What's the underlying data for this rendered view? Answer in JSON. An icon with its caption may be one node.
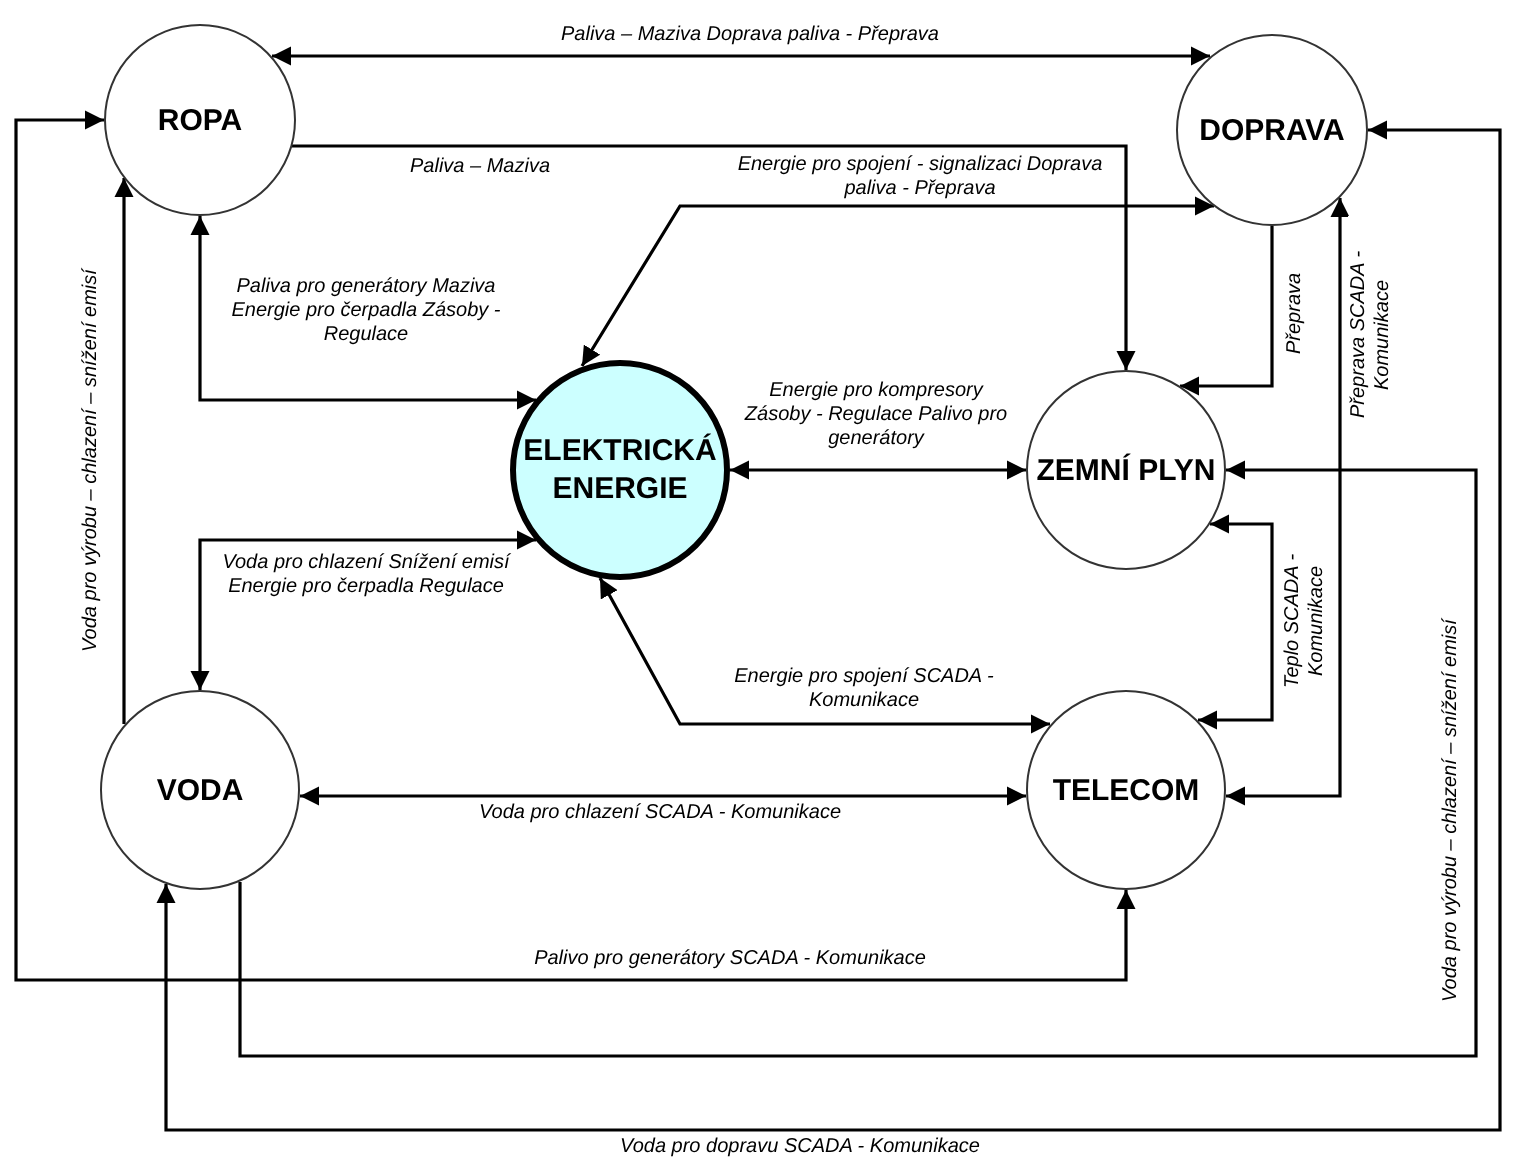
{
  "diagram": {
    "nodes": [
      {
        "text": [
          "ROPA"
        ]
      },
      {
        "text": [
          "DOPRAVA"
        ]
      },
      {
        "text": [
          "ELEKTRICKÁ ENERGIE"
        ]
      },
      {
        "text": [
          "ZEMNÍ PLYN"
        ]
      },
      {
        "text": [
          "VODA"
        ]
      },
      {
        "text": [
          "TELECOM"
        ]
      }
    ],
    "edges": [
      {
        "from": 0,
        "to": 1,
        "arrow": "both",
        "label": "Paliva – Maziva Doprava paliva - Přeprava"
      },
      {
        "from": 0,
        "to": 3,
        "arrow": "to",
        "label": "Paliva – Maziva"
      },
      {
        "from": 2,
        "to": 1,
        "arrow": "both",
        "label": "Energie pro spojení - signalizaci Doprava paliva - Přeprava"
      },
      {
        "from": 0,
        "to": 2,
        "arrow": "both",
        "label": "Paliva pro generátory Maziva Energie pro čerpadla Zásoby - Regulace"
      },
      {
        "from": 2,
        "to": 3,
        "arrow": "both",
        "label": "Energie pro kompresory Zásoby - Regulace Palivo pro generátory"
      },
      {
        "from": 4,
        "to": 2,
        "arrow": "both",
        "label": "Voda pro chlazení Snížení emisí Energie pro čerpadla Regulace"
      },
      {
        "from": 2,
        "to": 5,
        "arrow": "both",
        "label": "Energie pro spojení SCADA - Komunikace"
      },
      {
        "from": 4,
        "to": 5,
        "arrow": "both",
        "label": "Voda pro chlazení SCADA - Komunikace"
      },
      {
        "from": 1,
        "to": 3,
        "arrow": "to",
        "label": "Přeprava"
      },
      {
        "from": 5,
        "to": 1,
        "arrow": "both",
        "label": "Přeprava SCADA - Komunikace"
      },
      {
        "from": 3,
        "to": 5,
        "arrow": "both",
        "label": "Teplo SCADA - Komunikace"
      },
      {
        "from": 4,
        "to": 0,
        "arrow": "to",
        "label": "Voda pro výrobu – chlazení – snížení emisí"
      },
      {
        "from": 0,
        "to": 5,
        "arrow": "both",
        "label": "Palivo pro generátory SCADA - Komunikace"
      },
      {
        "from": 4,
        "to": 3,
        "arrow": "to",
        "label": "Voda pro výrobu – chlazení – snížení emisí"
      },
      {
        "from": 4,
        "to": 1,
        "arrow": "both",
        "label": "Voda pro dopravu SCADA - Komunikace"
      }
    ]
  }
}
